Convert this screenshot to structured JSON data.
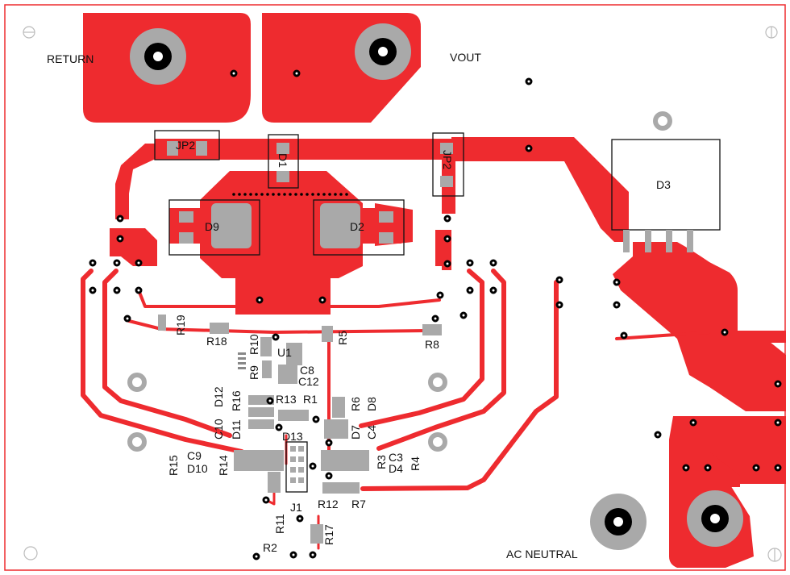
{
  "labels": {
    "return": "RETURN",
    "vout": "VOUT",
    "ac_neutral": "AC NEUTRAL",
    "jp2_top": "JP2",
    "jp2_right": "JP2",
    "d1": "D1",
    "d2": "D2",
    "d3": "D3",
    "d9": "D9",
    "u1": "U1",
    "j1": "J1",
    "r1": "R1",
    "r2": "R2",
    "r3": "R3",
    "r4": "R4",
    "r5": "R5",
    "r6": "R6",
    "r7": "R7",
    "r8": "R8",
    "r9": "R9",
    "r10": "R10",
    "r11": "R11",
    "r12": "R12",
    "r13": "R13",
    "r14": "R14",
    "r15": "R15",
    "r16": "R16",
    "r17": "R17",
    "r18": "R18",
    "r19": "R19",
    "c3": "C3",
    "c4": "C4",
    "c8": "C8",
    "c9": "C9",
    "c10": "C10",
    "c12": "C12",
    "d4": "D4",
    "d7": "D7",
    "d8": "D8",
    "d10": "D10",
    "d11": "D11",
    "d12": "D12",
    "d13": "D13"
  },
  "colors": {
    "copper": "#ee2b2f",
    "pad": "#a9a9a9",
    "hole": "#000000",
    "silkscreen": "#111111",
    "outline": "#ee2b2f"
  }
}
